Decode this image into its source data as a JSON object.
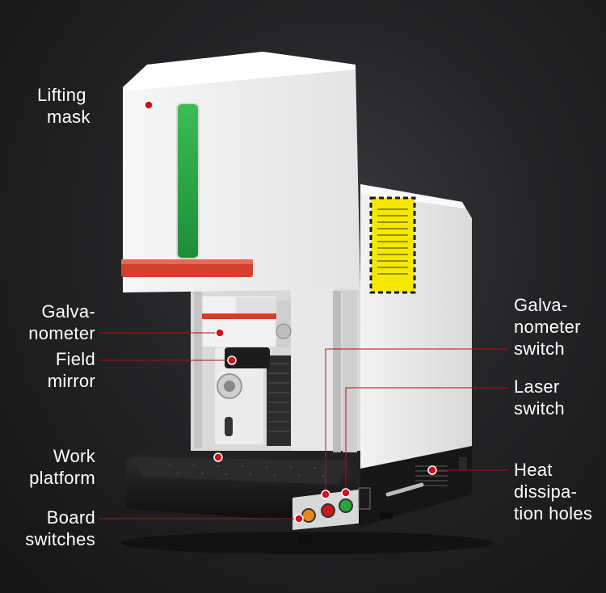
{
  "labels": {
    "lifting_mask": [
      "Lifting",
      "mask"
    ],
    "galvanometer": [
      "Galva-",
      "nometer"
    ],
    "field_mirror": [
      "Field",
      "mirror"
    ],
    "work_platform": [
      "Work",
      "platform"
    ],
    "board_switches": [
      "Board",
      "switches"
    ],
    "galvanometer_switch": [
      "Galva-",
      "nometer",
      "switch"
    ],
    "laser_switch": [
      "Laser",
      "switch"
    ],
    "heat_dissipation_holes": [
      "Heat",
      "dissipa-",
      "tion holes"
    ]
  },
  "colors": {
    "marker": "#d0101c",
    "leader_line": "#b01010",
    "body": "#efefef",
    "base": "#151515",
    "accent_handle": "#d83a2a",
    "window": "#2fa64a",
    "warning": "#f2e400"
  }
}
